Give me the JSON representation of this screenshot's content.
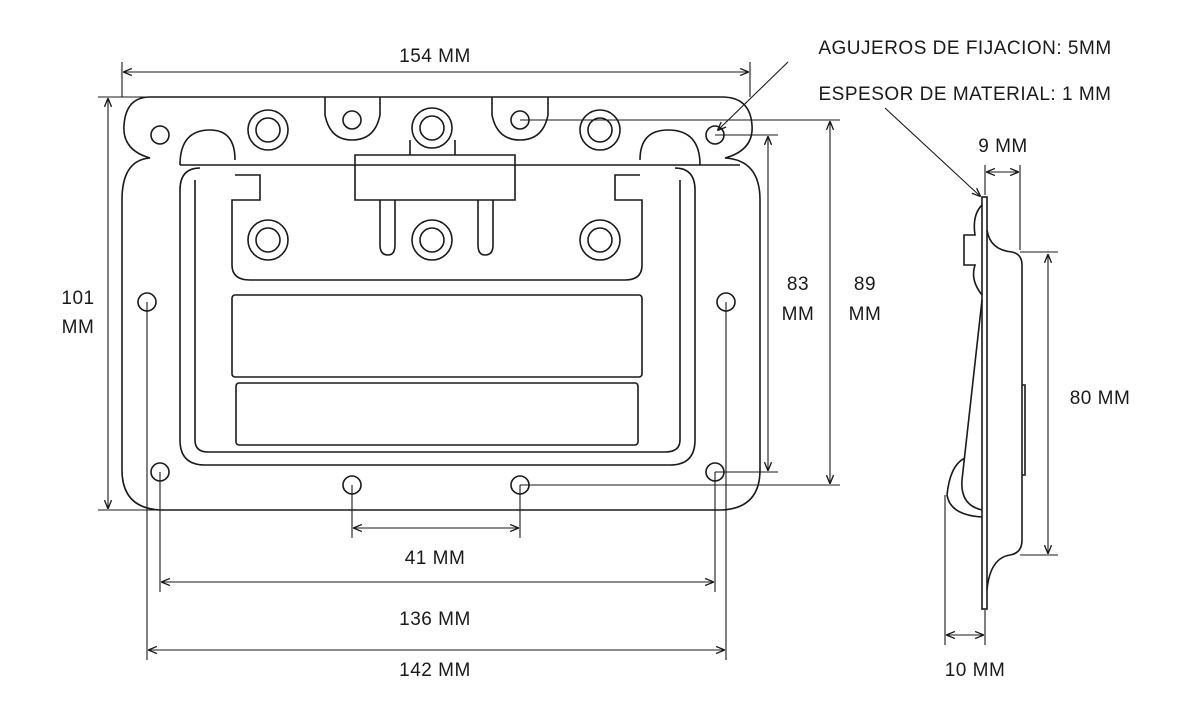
{
  "title_notes": {
    "holes": "AGUJEROS DE FIJACION: 5MM",
    "thickness": "ESPESOR DE MATERIAL: 1 MM"
  },
  "dimensions": {
    "width_total": "154 MM",
    "height_total_1": "101",
    "height_total_2": "MM",
    "hole_vertical_inner_1": "83",
    "hole_vertical_inner_2": "MM",
    "hole_vertical_outer_1": "89",
    "hole_vertical_outer_2": "MM",
    "center_holes": "41 MM",
    "corner_holes": "136 MM",
    "side_holes": "142 MM",
    "depth_top": "9 MM",
    "side_height": "80 MM",
    "depth_bottom": "10 MM"
  },
  "colors": {
    "line": "#1a1a1a",
    "background": "#ffffff"
  }
}
